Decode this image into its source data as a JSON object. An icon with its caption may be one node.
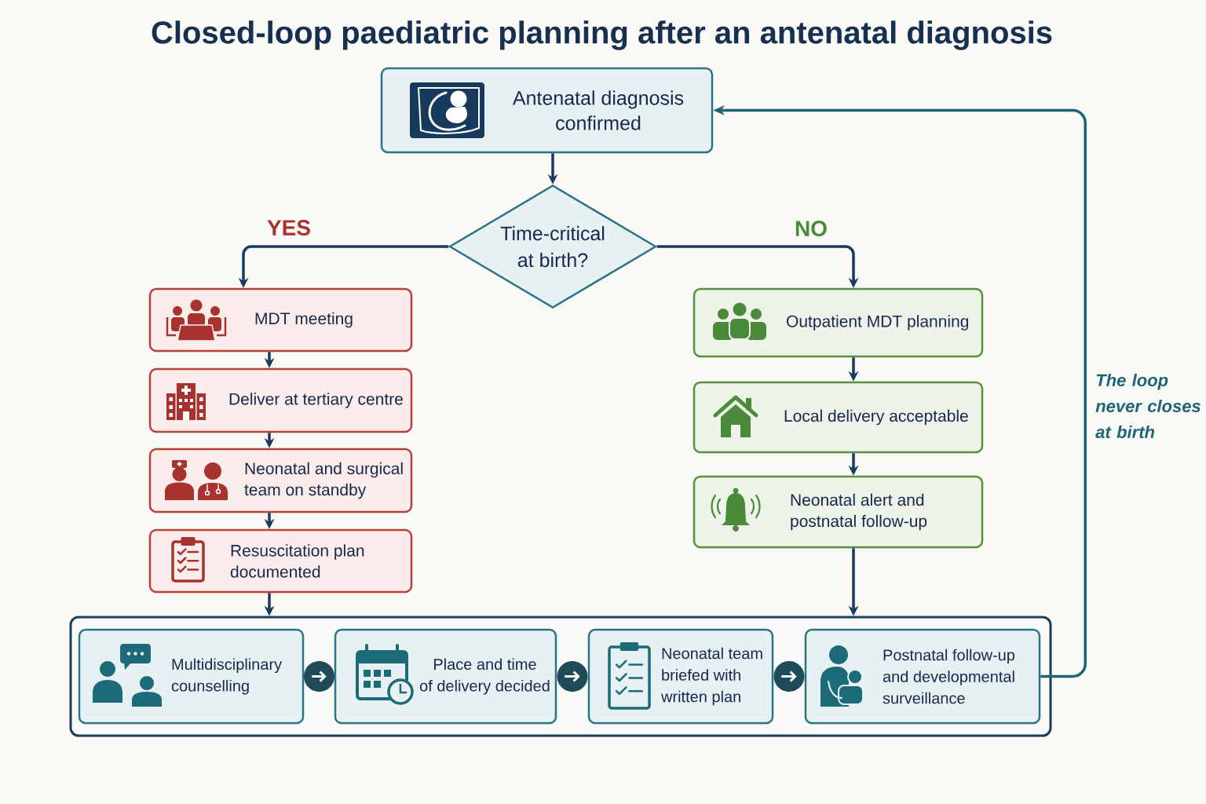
{
  "diagram": {
    "title": "Closed-loop paediatric planning after an antenatal diagnosis",
    "nodes": [
      {
        "text": [
          "Antenatal diagnosis confirmed"
        ]
      },
      {
        "text": [
          "Time-critical at birth?"
        ]
      },
      {
        "text": [
          "MDT meeting"
        ]
      },
      {
        "text": [
          "Deliver at tertiary centre"
        ]
      },
      {
        "text": [
          "Neonatal and surgical team on standby"
        ]
      },
      {
        "text": [
          "Resuscitation plan documented"
        ]
      },
      {
        "text": [
          "Outpatient MDT planning"
        ]
      },
      {
        "text": [
          "Local delivery acceptable"
        ]
      },
      {
        "text": [
          "Neonatal alert and postnatal follow-up"
        ]
      },
      {
        "text": [],
        "shape": "box"
      },
      {
        "text": [
          "Multidisciplinary counselling"
        ],
        "in": 9
      },
      {
        "text": [
          "Place and time of delivery decided"
        ],
        "in": 9
      },
      {
        "text": [
          "Neonatal team briefed with written plan"
        ],
        "in": 9
      },
      {
        "text": [
          "Postnatal follow-up and developmental surveillance"
        ],
        "in": 9
      }
    ],
    "edges": [
      {
        "from": 0,
        "to": 1,
        "arrow": "to"
      },
      {
        "from": 1,
        "to": 2,
        "arrow": "to",
        "label": "YES"
      },
      {
        "from": 1,
        "to": 6,
        "arrow": "to",
        "label": "NO"
      },
      {
        "from": 2,
        "to": 3,
        "arrow": "to"
      },
      {
        "from": 3,
        "to": 4,
        "arrow": "to"
      },
      {
        "from": 4,
        "to": 5,
        "arrow": "to"
      },
      {
        "from": 6,
        "to": 7,
        "arrow": "to"
      },
      {
        "from": 7,
        "to": 8,
        "arrow": "to"
      },
      {
        "from": 5,
        "to": 9,
        "arrow": "to"
      },
      {
        "from": 8,
        "to": 9,
        "arrow": "to"
      },
      {
        "from": 10,
        "to": 11,
        "arrow": "to",
        "color": "#ffffff"
      },
      {
        "from": 11,
        "to": 12,
        "arrow": "to",
        "color": "#ffffff"
      },
      {
        "from": 12,
        "to": 13,
        "arrow": "to",
        "color": "#ffffff"
      },
      {
        "from": 13,
        "to": 0,
        "arrow": "to",
        "label": "The loop never closes at birth",
        "color": "#1b6577"
      }
    ]
  }
}
